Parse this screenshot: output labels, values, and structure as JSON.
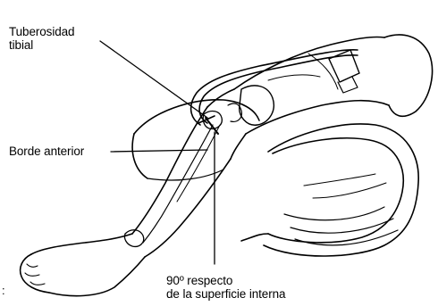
{
  "labels": {
    "tuberosity_line1": "Tuberosidad",
    "tuberosity_line2": "tibial",
    "anterior_border": "Borde anterior",
    "angle_line1": "90º respecto",
    "angle_line2": "de la superficie interna"
  },
  "artifact": ":",
  "colors": {
    "line": "#000000",
    "background": "#ffffff",
    "shade": "#444444"
  }
}
